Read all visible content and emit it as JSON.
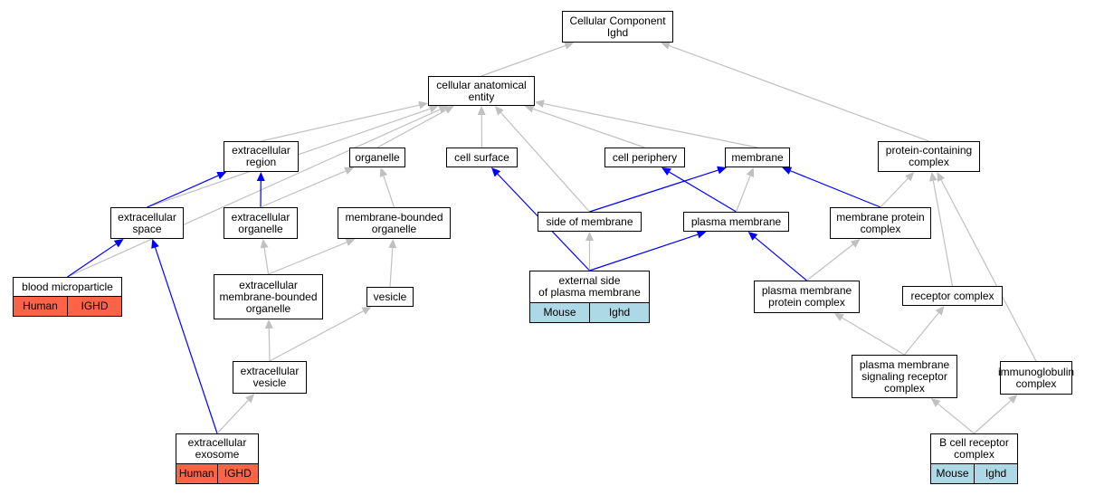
{
  "colors": {
    "edge_gray": "#c0c0c0",
    "edge_blue": "#0000ff",
    "human_annotation": "#ff6347",
    "mouse_annotation": "#add8e6",
    "node_border": "#000000"
  },
  "nodes": [
    {
      "id": "cellular-component",
      "label": "Cellular Component\nIghd"
    },
    {
      "id": "cellular-anatomical-entity",
      "label": "cellular anatomical\nentity"
    },
    {
      "id": "extracellular-region",
      "label": "extracellular\nregion"
    },
    {
      "id": "organelle",
      "label": "organelle"
    },
    {
      "id": "cell-surface",
      "label": "cell surface"
    },
    {
      "id": "cell-periphery",
      "label": "cell periphery"
    },
    {
      "id": "membrane",
      "label": "membrane"
    },
    {
      "id": "protein-containing-complex",
      "label": "protein-containing\ncomplex"
    },
    {
      "id": "extracellular-space",
      "label": "extracellular\nspace"
    },
    {
      "id": "extracellular-organelle",
      "label": "extracellular\norganelle"
    },
    {
      "id": "membrane-bounded-organelle",
      "label": "membrane-bounded\norganelle"
    },
    {
      "id": "side-of-membrane",
      "label": "side of membrane"
    },
    {
      "id": "plasma-membrane",
      "label": "plasma membrane"
    },
    {
      "id": "membrane-protein-complex",
      "label": "membrane protein\ncomplex"
    },
    {
      "id": "blood-microparticle",
      "label": "blood microparticle",
      "annotation": {
        "species": "Human",
        "gene": "IGHD"
      }
    },
    {
      "id": "extracellular-membrane-bounded-organelle",
      "label": "extracellular\nmembrane-bounded\norganelle"
    },
    {
      "id": "vesicle",
      "label": "vesicle"
    },
    {
      "id": "external-side-of-plasma-membrane",
      "label": "external side\nof plasma membrane",
      "annotation": {
        "species": "Mouse",
        "gene": "Ighd"
      }
    },
    {
      "id": "plasma-membrane-protein-complex",
      "label": "plasma membrane\nprotein complex"
    },
    {
      "id": "receptor-complex",
      "label": "receptor complex"
    },
    {
      "id": "extracellular-vesicle",
      "label": "extracellular\nvesicle"
    },
    {
      "id": "plasma-membrane-signaling-receptor-complex",
      "label": "plasma membrane\nsignaling receptor\ncomplex"
    },
    {
      "id": "immunoglobulin-complex",
      "label": "immunoglobulin\ncomplex"
    },
    {
      "id": "extracellular-exosome",
      "label": "extracellular\nexosome",
      "annotation": {
        "species": "Human",
        "gene": "IGHD"
      }
    },
    {
      "id": "b-cell-receptor-complex",
      "label": "B cell receptor\ncomplex",
      "annotation": {
        "species": "Mouse",
        "gene": "Ighd"
      }
    }
  ],
  "edges": [
    {
      "child": "cellular-anatomical-entity",
      "parent": "cellular-component",
      "relation": "is_a"
    },
    {
      "child": "protein-containing-complex",
      "parent": "cellular-component",
      "relation": "is_a"
    },
    {
      "child": "extracellular-region",
      "parent": "cellular-anatomical-entity",
      "relation": "is_a"
    },
    {
      "child": "organelle",
      "parent": "cellular-anatomical-entity",
      "relation": "is_a"
    },
    {
      "child": "cell-surface",
      "parent": "cellular-anatomical-entity",
      "relation": "is_a"
    },
    {
      "child": "cell-periphery",
      "parent": "cellular-anatomical-entity",
      "relation": "is_a"
    },
    {
      "child": "membrane",
      "parent": "cellular-anatomical-entity",
      "relation": "is_a"
    },
    {
      "child": "extracellular-space",
      "parent": "cellular-anatomical-entity",
      "relation": "is_a"
    },
    {
      "child": "side-of-membrane",
      "parent": "cellular-anatomical-entity",
      "relation": "is_a"
    },
    {
      "child": "blood-microparticle",
      "parent": "cellular-anatomical-entity",
      "relation": "is_a"
    },
    {
      "child": "extracellular-space",
      "parent": "extracellular-region",
      "relation": "part_of"
    },
    {
      "child": "extracellular-organelle",
      "parent": "extracellular-region",
      "relation": "part_of"
    },
    {
      "child": "extracellular-organelle",
      "parent": "organelle",
      "relation": "is_a"
    },
    {
      "child": "membrane-bounded-organelle",
      "parent": "organelle",
      "relation": "is_a"
    },
    {
      "child": "side-of-membrane",
      "parent": "membrane",
      "relation": "part_of"
    },
    {
      "child": "plasma-membrane",
      "parent": "cell-periphery",
      "relation": "part_of"
    },
    {
      "child": "plasma-membrane",
      "parent": "membrane",
      "relation": "is_a"
    },
    {
      "child": "membrane-protein-complex",
      "parent": "membrane",
      "relation": "part_of"
    },
    {
      "child": "membrane-protein-complex",
      "parent": "protein-containing-complex",
      "relation": "is_a"
    },
    {
      "child": "blood-microparticle",
      "parent": "extracellular-space",
      "relation": "part_of"
    },
    {
      "child": "extracellular-exosome",
      "parent": "extracellular-space",
      "relation": "part_of"
    },
    {
      "child": "extracellular-membrane-bounded-organelle",
      "parent": "extracellular-organelle",
      "relation": "is_a"
    },
    {
      "child": "extracellular-membrane-bounded-organelle",
      "parent": "membrane-bounded-organelle",
      "relation": "is_a"
    },
    {
      "child": "vesicle",
      "parent": "membrane-bounded-organelle",
      "relation": "is_a"
    },
    {
      "child": "extracellular-vesicle",
      "parent": "extracellular-membrane-bounded-organelle",
      "relation": "is_a"
    },
    {
      "child": "extracellular-vesicle",
      "parent": "vesicle",
      "relation": "is_a"
    },
    {
      "child": "extracellular-exosome",
      "parent": "extracellular-vesicle",
      "relation": "is_a"
    },
    {
      "child": "external-side-of-plasma-membrane",
      "parent": "cell-surface",
      "relation": "part_of"
    },
    {
      "child": "external-side-of-plasma-membrane",
      "parent": "side-of-membrane",
      "relation": "is_a"
    },
    {
      "child": "external-side-of-plasma-membrane",
      "parent": "plasma-membrane",
      "relation": "part_of"
    },
    {
      "child": "plasma-membrane-protein-complex",
      "parent": "plasma-membrane",
      "relation": "part_of"
    },
    {
      "child": "plasma-membrane-protein-complex",
      "parent": "membrane-protein-complex",
      "relation": "is_a"
    },
    {
      "child": "receptor-complex",
      "parent": "protein-containing-complex",
      "relation": "is_a"
    },
    {
      "child": "immunoglobulin-complex",
      "parent": "protein-containing-complex",
      "relation": "is_a"
    },
    {
      "child": "plasma-membrane-signaling-receptor-complex",
      "parent": "plasma-membrane-protein-complex",
      "relation": "is_a"
    },
    {
      "child": "plasma-membrane-signaling-receptor-complex",
      "parent": "receptor-complex",
      "relation": "is_a"
    },
    {
      "child": "b-cell-receptor-complex",
      "parent": "plasma-membrane-signaling-receptor-complex",
      "relation": "is_a"
    },
    {
      "child": "b-cell-receptor-complex",
      "parent": "immunoglobulin-complex",
      "relation": "is_a"
    }
  ]
}
